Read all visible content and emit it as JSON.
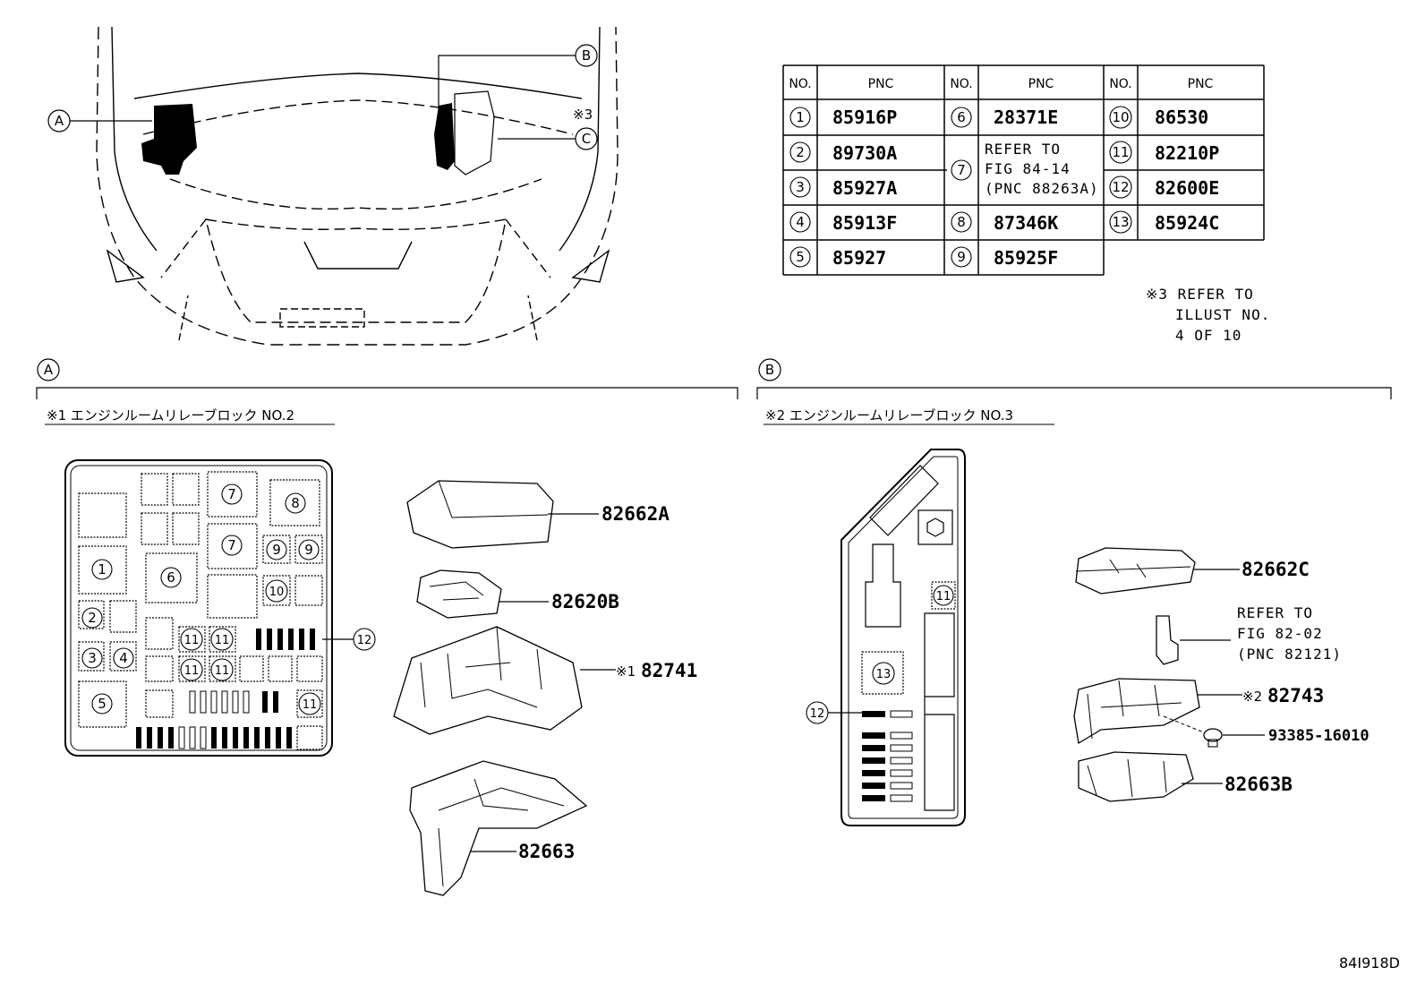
{
  "callouts": {
    "a": "A",
    "b": "B",
    "c": "C",
    "note3_mark": "※3"
  },
  "table": {
    "header_no": "NO.",
    "header_pnc": "PNC",
    "rows": {
      "r1": {
        "no": "1",
        "pnc": "85916P"
      },
      "r2": {
        "no": "2",
        "pnc": "89730A"
      },
      "r3": {
        "no": "3",
        "pnc": "85927A"
      },
      "r4": {
        "no": "4",
        "pnc": "85913F"
      },
      "r5": {
        "no": "5",
        "pnc": "85927"
      },
      "r6": {
        "no": "6",
        "pnc": "28371E"
      },
      "r7": {
        "no": "7",
        "pnc_l1": "REFER TO",
        "pnc_l2": "FIG 84-14",
        "pnc_l3": "(PNC 88263A)"
      },
      "r8": {
        "no": "8",
        "pnc": "87346K"
      },
      "r9": {
        "no": "9",
        "pnc": "85925F"
      },
      "r10": {
        "no": "10",
        "pnc": "86530"
      },
      "r11": {
        "no": "11",
        "pnc": "82210P"
      },
      "r12": {
        "no": "12",
        "pnc": "82600E"
      },
      "r13": {
        "no": "13",
        "pnc": "85924C"
      }
    }
  },
  "note3": {
    "l1": "※3 REFER TO",
    "l2": "ILLUST NO.",
    "l3": "4 OF 10"
  },
  "section_a": {
    "label": "A",
    "title": "※1 エンジンルームリレーブロック NO.2"
  },
  "section_b": {
    "label": "B",
    "title": "※2 エンジンルームリレーブロック NO.3"
  },
  "block_a": {
    "n1": "1",
    "n2": "2",
    "n3": "3",
    "n4": "4",
    "n5": "5",
    "n6": "6",
    "n7": "7",
    "n8": "8",
    "n9": "9",
    "n10": "10",
    "n11": "11",
    "n12": "12"
  },
  "block_b": {
    "n11": "11",
    "n12": "12",
    "n13": "13"
  },
  "parts_a": {
    "p1": "82662A",
    "p2": "82620B",
    "p3_mark": "※1",
    "p3": "82741",
    "p4": "82663"
  },
  "parts_b": {
    "p1": "82662C",
    "p2_l1": "REFER TO",
    "p2_l2": "FIG 82-02",
    "p2_l3": "(PNC 82121)",
    "p3_mark": "※2",
    "p3": "82743",
    "p4": "93385-16010",
    "p5": "82663B"
  },
  "figure_code": "84I918D"
}
